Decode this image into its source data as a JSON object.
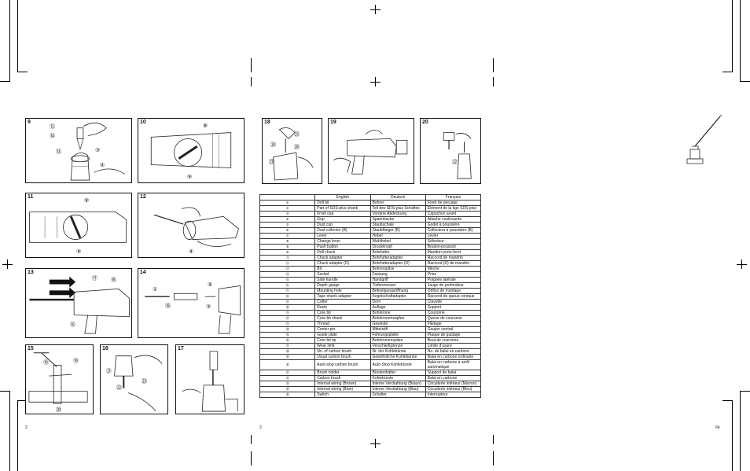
{
  "panels": [
    {
      "id": "9",
      "label": "9"
    },
    {
      "id": "10",
      "label": "10"
    },
    {
      "id": "11",
      "label": "11"
    },
    {
      "id": "12",
      "label": "12"
    },
    {
      "id": "13",
      "label": "13"
    },
    {
      "id": "14",
      "label": "14"
    },
    {
      "id": "15",
      "label": "15"
    },
    {
      "id": "16",
      "label": "16"
    },
    {
      "id": "17",
      "label": "17"
    },
    {
      "id": "18",
      "label": "18"
    },
    {
      "id": "19",
      "label": "19"
    },
    {
      "id": "20",
      "label": "20"
    }
  ],
  "callouts": {
    "p9": [
      "⑫",
      "⑭",
      "⑬",
      "③",
      "④"
    ],
    "p10": [
      "⑧",
      "⑨"
    ],
    "p11": [
      "⑧",
      "⑨"
    ],
    "p12": [
      "④"
    ],
    "p13": [
      "⑰",
      "⑯",
      "⑮"
    ],
    "p14": [
      "①",
      "⑱",
      "④",
      "③"
    ],
    "p15": [
      "⑲",
      "⑲",
      "⑳"
    ],
    "p16": [
      "㉑",
      "㉓",
      "㉒"
    ],
    "p18": [
      "㉕",
      "㉔",
      "㉖",
      "㉗"
    ],
    "p20": [
      "㉒"
    ]
  },
  "table": {
    "headers": [
      "",
      "English",
      "Deutsch",
      "Français"
    ],
    "rows": [
      [
        "①",
        "Drill bit",
        "Bohrer",
        "Foret de perçage"
      ],
      [
        "②",
        "Part of SDS-plus shank",
        "Teil des SDS-plus Schaftes",
        "Elément de la tige SDS plus"
      ],
      [
        "③",
        "Front cap",
        "Vordere Abdeckung",
        "Capuchon avant"
      ],
      [
        "④",
        "Grip",
        "Spannbacke",
        "Attache coulissante"
      ],
      [
        "⑤",
        "Dust cup",
        "Staubschale",
        "Godet à poussière"
      ],
      [
        "⑥",
        "Dust collector (B)",
        "Staubfänger (B)",
        "Collecteur à poussière (B)"
      ],
      [
        "⑦",
        "Lever",
        "Hebel",
        "Levier"
      ],
      [
        "⑧",
        "Change lever",
        "Wahlhebel",
        "Sélecteur"
      ],
      [
        "⑨",
        "Push button",
        "Druckknopf",
        "Bouton-poussoir"
      ],
      [
        "⑩",
        "Drill chuck",
        "Bohrfutter",
        "Mandrin porte-foret"
      ],
      [
        "⑪",
        "Chuck adapter",
        "Bohrfutteradapter",
        "Raccord de mandrin"
      ],
      [
        "⑫",
        "Chuck adapter (D)",
        "Bohrfutteradapter (D)",
        "Raccord (D) de mandrin"
      ],
      [
        "⑬",
        "Bit",
        "Bohrerspitze",
        "Mèche"
      ],
      [
        "⑭",
        "Socket",
        "Fassung",
        "Prise"
      ],
      [
        "⑮",
        "Side handle",
        "Handgriff",
        "Poignée latérale"
      ],
      [
        "⑯",
        "Depth gauge",
        "Tiefenmesser",
        "Jauge de profondeur"
      ],
      [
        "⑰",
        "Mounting hole",
        "Befestigungsöffnung",
        "Orifice de montage"
      ],
      [
        "⑱",
        "Tape shank adapter",
        "Kegelschaftadapter",
        "Raccord de queue conique"
      ],
      [
        "⑲",
        "Cotter",
        "Dorn",
        "Clavette"
      ],
      [
        "⑳",
        "Rests",
        "Auflage",
        "Support"
      ],
      [
        "㉑",
        "Core bit",
        "Bohrkrone",
        "Couronne"
      ],
      [
        "㉒",
        "Core bit shank",
        "Bohrkronenzapfen",
        "Queue de couronne"
      ],
      [
        "㉓",
        "Thread",
        "Gewinde",
        "Filetage"
      ],
      [
        "㉔",
        "Center pin",
        "Mittelstift",
        "Goujon central"
      ],
      [
        "㉕",
        "Guide plate",
        "Führungsplatte",
        "Plaque de guidage"
      ],
      [
        "㉖",
        "Core bit tip",
        "Bohrkronenspitze",
        "Bout de couronne"
      ],
      [
        "㉗",
        "Wear limit",
        "Verschleißgrenze",
        "Limite d'usure"
      ],
      [
        "㉘",
        "No. of carbon brush",
        "Nr. der Kohlebürste",
        "No. de balai en carbone"
      ],
      [
        "㉙",
        "Usual carbon brush",
        "Gewöhnliche Kohlebürste",
        "Balai en carbone ordinaire"
      ],
      [
        "㉚",
        "Auto-stop carbon brush",
        "Auto-Stop Kohlebürste",
        "Balai en carbone à arrêt automatique"
      ],
      [
        "㉛",
        "Brush holder",
        "Bürstenhalter",
        "Support de balai"
      ],
      [
        "㉜",
        "Carbon brush",
        "Kohlebürste",
        "Balai en carbone"
      ],
      [
        "㉝",
        "Internal wiring (Brown)",
        "Interne Verdrahtung (Braun)",
        "Circuiterie intérieur (Marron)"
      ],
      [
        "㉞",
        "Internal wiring (Blue)",
        "Interne Verdrahtung (Blau)",
        "Circuiterie intérieur (Bleu)"
      ],
      [
        "㉟",
        "Switch",
        "Schalter",
        "Interrupteur"
      ]
    ]
  },
  "page_numbers": {
    "left": "2",
    "middle": "3",
    "right": "64"
  }
}
